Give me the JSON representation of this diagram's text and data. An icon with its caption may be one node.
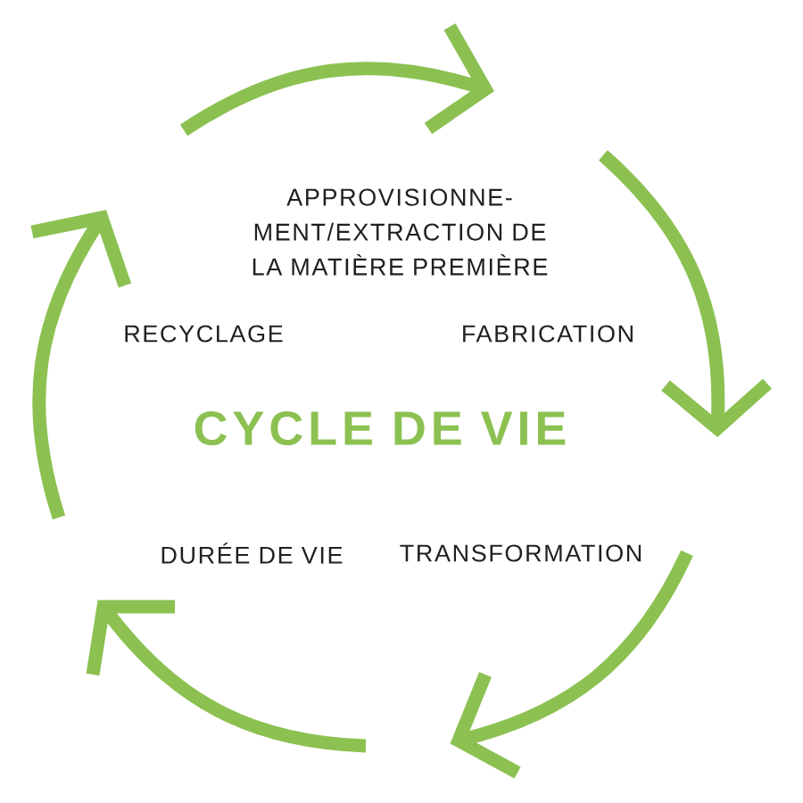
{
  "diagram": {
    "title": "CYCLE DE VIE",
    "labels": [
      "APPROVISIONNE- MENT/EXTRACTION DE LA MATIÈRE PREMIÈRE",
      "RECYCLAGE",
      "FABRICATION",
      "DURÉE DE VIE",
      "TRANSFORMATION"
    ]
  }
}
